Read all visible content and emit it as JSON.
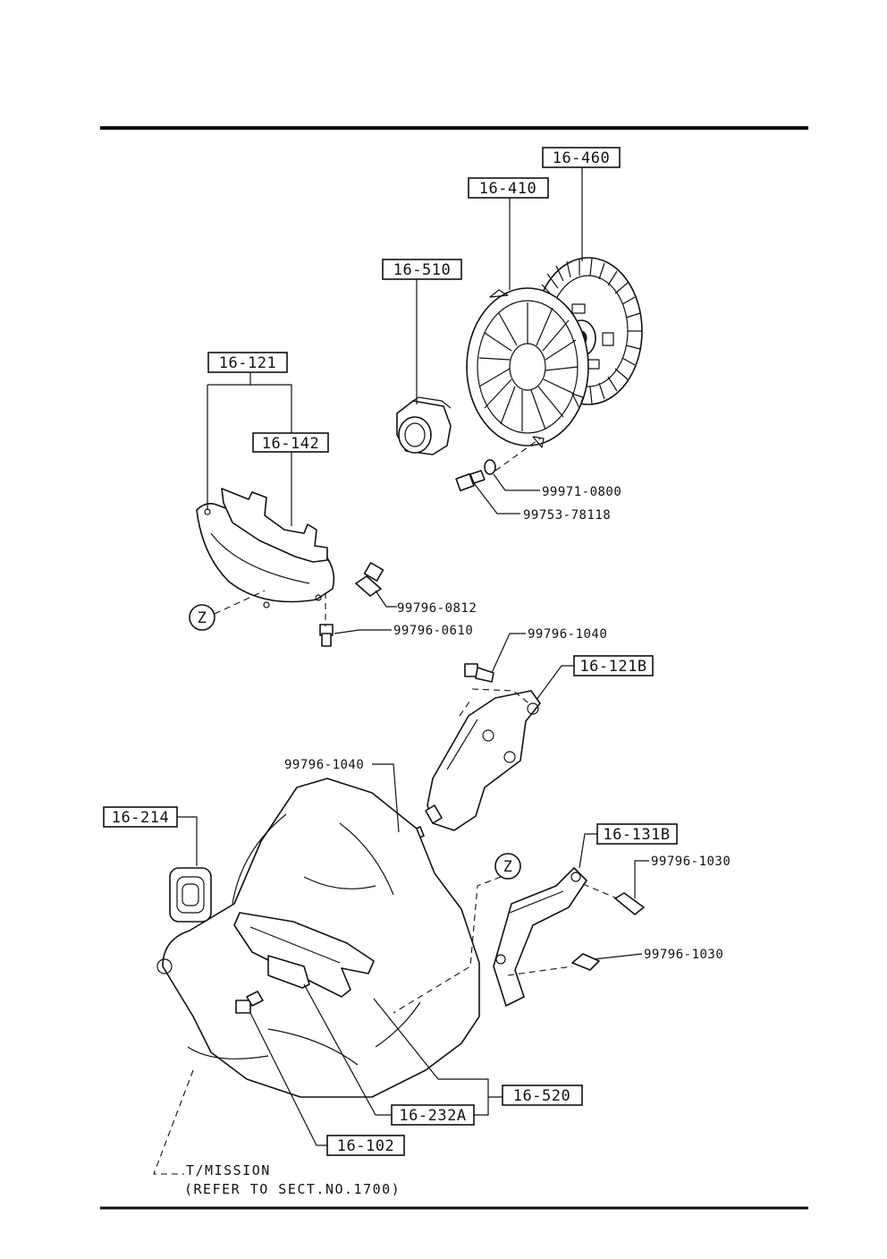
{
  "diagram": {
    "callouts": [
      {
        "id": "c-16-460",
        "label": "16-460"
      },
      {
        "id": "c-16-410",
        "label": "16-410"
      },
      {
        "id": "c-16-510",
        "label": "16-510"
      },
      {
        "id": "c-16-121",
        "label": "16-121"
      },
      {
        "id": "c-16-142",
        "label": "16-142"
      },
      {
        "id": "c-16-121B",
        "label": "16-121B"
      },
      {
        "id": "c-16-214",
        "label": "16-214"
      },
      {
        "id": "c-16-131B",
        "label": "16-131B"
      },
      {
        "id": "c-16-520",
        "label": "16-520"
      },
      {
        "id": "c-16-232A",
        "label": "16-232A"
      },
      {
        "id": "c-16-102",
        "label": "16-102"
      }
    ],
    "part_numbers": [
      {
        "id": "p1",
        "label": "99971-0800"
      },
      {
        "id": "p2",
        "label": "99753-78118"
      },
      {
        "id": "p3",
        "label": "99796-0812"
      },
      {
        "id": "p4",
        "label": "99796-0610"
      },
      {
        "id": "p5",
        "label": "99796-1040"
      },
      {
        "id": "p6",
        "label": "99796-1040"
      },
      {
        "id": "p7",
        "label": "99796-1030"
      },
      {
        "id": "p8",
        "label": "99796-1030"
      }
    ],
    "connectors": [
      {
        "id": "z1",
        "label": "Z"
      },
      {
        "id": "z2",
        "label": "Z"
      }
    ],
    "note": {
      "line1": "T/MISSION",
      "line2": "(REFER TO SECT.NO.1700)"
    }
  }
}
